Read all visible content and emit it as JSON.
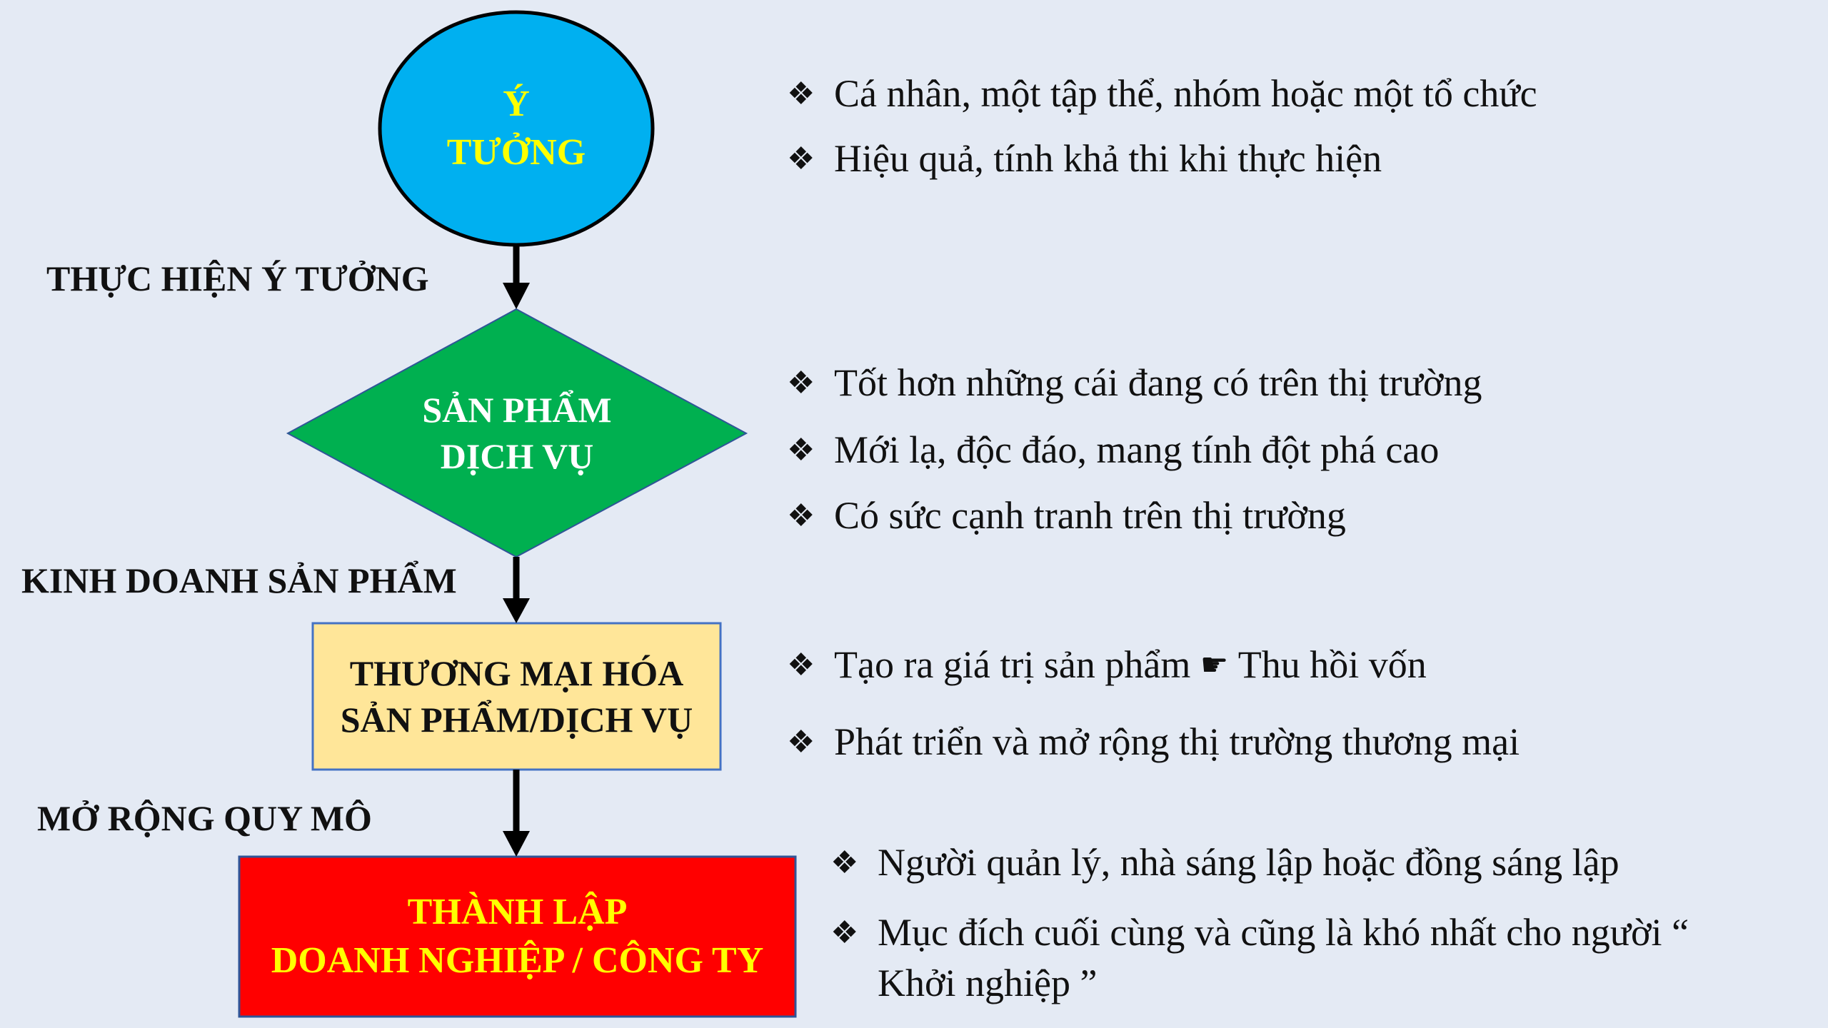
{
  "nodes": {
    "idea": {
      "line1": "Ý",
      "line2": "TƯỞNG",
      "fill": "#00b0f0",
      "text_color": "#ffff00"
    },
    "product": {
      "line1": "SẢN PHẨM",
      "line2": "DỊCH VỤ",
      "fill": "#00b050",
      "text_color": "#ffffff"
    },
    "commercialize": {
      "line1": "THƯƠNG MẠI HÓA",
      "line2": "SẢN PHẨM/DỊCH VỤ",
      "fill": "#ffe699",
      "text_color": "#111111"
    },
    "company": {
      "line1": "THÀNH LẬP",
      "line2": "DOANH NGHIỆP / CÔNG TY",
      "fill": "#ff0000",
      "text_color": "#ffff00"
    }
  },
  "edges": [
    {
      "label": "THỰC HIỆN Ý TƯỞNG"
    },
    {
      "label": "KINH DOANH SẢN PHẨM"
    },
    {
      "label": "MỞ RỘNG QUY MÔ"
    }
  ],
  "bullet_symbol": "❖",
  "notes": {
    "idea": [
      "Cá nhân, một tập thể, nhóm hoặc một tổ chức",
      "Hiệu quả, tính khả thi khi thực hiện"
    ],
    "product": [
      "Tốt hơn những cái đang có trên thị trường",
      "Mới lạ, độc đáo, mang tính đột phá cao",
      "Có sức cạnh tranh trên thị trường"
    ],
    "commercialize": {
      "item1_before": "Tạo ra giá trị sản phẩm",
      "pointer_icon": "☛",
      "item1_after": "Thu hồi vốn",
      "item2": "Phát triển và mở rộng thị trường thương mại"
    },
    "company": {
      "item1": "Người quản lý, nhà sáng lập hoặc đồng sáng lập",
      "item2_line1": "Mục đích cuối cùng và cũng là khó nhất cho người “",
      "item2_line2": "Khởi nghiệp ”"
    }
  }
}
